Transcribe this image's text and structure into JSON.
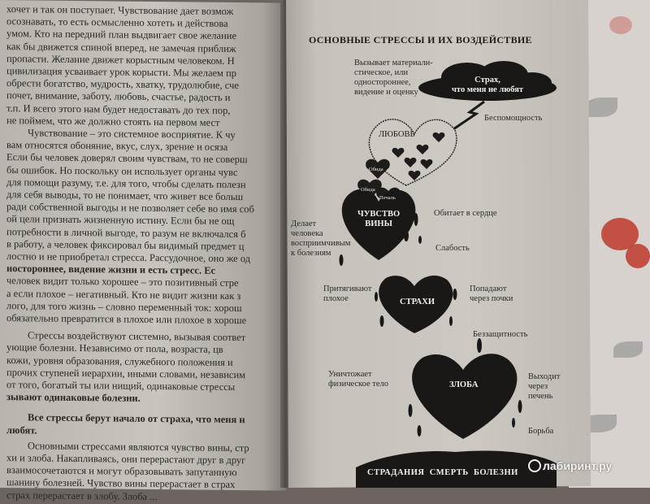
{
  "left_page": {
    "lines": [
      {
        "text": "хочет и так он поступает. Чувствование дает возмож",
        "bold": false
      },
      {
        "text": "осознавать, то есть осмысленно хотеть и действова",
        "bold": false
      },
      {
        "text": "умом. Кто на передний план выдвигает свое желание",
        "bold": false
      },
      {
        "text": "как бы движется спиной вперед, не замечая приближ",
        "bold": false
      },
      {
        "text": "пропасти. Желание движет корыстным человеком. Н",
        "bold": false
      },
      {
        "text": "цивилизация усваивает урок корысти. Мы желаем пр",
        "bold": false
      },
      {
        "text": "обрести богатство, мудрость, хватку, трудолюбие, сче",
        "bold": false
      },
      {
        "text": "почет, внимание, заботу, любовь, счастье, радость и",
        "bold": false
      },
      {
        "text": "т.п. И всего этого нам будет недоставать до тех пор,",
        "bold": false
      },
      {
        "text": "не поймем, что же должно стоять на первом мест",
        "bold": false
      },
      {
        "text": "Чувствование – это системное восприятие. К чу",
        "bold": false
      },
      {
        "text": "вам относятся обоняние, вкус, слух, зрение и осяза",
        "bold": false
      },
      {
        "text": "Если бы человек доверял своим чувствам, то не соверш",
        "bold": false
      },
      {
        "text": "бы ошибок. Но поскольку он использует органы чувс",
        "bold": false
      },
      {
        "text": "для помощи разуму, т.е. для того, чтобы сделать полезн",
        "bold": false
      },
      {
        "text": "для себя выводы, то не понимает, что живет все больш",
        "bold": false
      },
      {
        "text": "ради собственной выгоды и не позволяет себе во имя соб",
        "bold": false
      },
      {
        "text": "ой цели признать жизненную истину. Если бы не ощ",
        "bold": false
      },
      {
        "text": "потребности в личной выгоде, то разум не включался б",
        "bold": false
      },
      {
        "text": "в работу, а человек фиксировал бы видимый предмет ц",
        "bold": false
      },
      {
        "text": "лостно и не приобретал стресса. Рассудочное, оно же од",
        "bold": false
      },
      {
        "text": "ностороннее, видение жизни и есть стресс. Ес",
        "bold": true
      },
      {
        "text": "человек видит только хорошее – это позитивный стре",
        "bold": false
      },
      {
        "text": "а если плохое – негативный. Кто не видит жизни как з",
        "bold": false
      },
      {
        "text": "лого, для того жизнь – словно переменный ток: хорош",
        "bold": false
      },
      {
        "text": "обязательно превратится в плохое или плохое в хороше",
        "bold": false
      },
      {
        "text": "Стрессы воздействуют системно, вызывая соответ",
        "bold": false
      },
      {
        "text": "ующие болезни. Независимо от пола, возраста, цв",
        "bold": false
      },
      {
        "text": "кожи, уровня образования, служебного положения и",
        "bold": false
      },
      {
        "text": "прочих ступеней иерархии, иными словами, независим",
        "bold": false
      },
      {
        "text": "от того, богатый ты или нищий, одинаковые стрессы",
        "bold": false
      },
      {
        "text": "зывают одинаковые болезни.",
        "bold": true
      },
      {
        "text": "Все стрессы берут начало от страха, что меня н",
        "bold": true
      },
      {
        "text": "любят.",
        "bold": true
      },
      {
        "text": "Основными стрессами являются чувство вины, стр",
        "bold": false
      },
      {
        "text": "хи и злоба. Накапливаясь, они перерастают друг в друг",
        "bold": false
      },
      {
        "text": "взаимосочетаются и могут образовывать запутанную",
        "bold": false
      },
      {
        "text": "шанину болезней. Чувство вины перерастает в страх",
        "bold": false
      },
      {
        "text": "страх перерастает в злобу. Злоба ...",
        "bold": false
      }
    ]
  },
  "right_page": {
    "title": "ОСНОВНЫЕ СТРЕССЫ И ИХ ВОЗДЕЙСТВИЕ",
    "cloud_text": "Страх,\nчто меня не любят",
    "cloud_note": "Вызывает материали-\nстическое, или\nодностороннее,\nвидение и оценку",
    "helplessness": "Беспомощность",
    "love": "ЛЮБОВЬ",
    "small_hearts": [
      "Обида",
      "Обида",
      "Печаль"
    ],
    "guilt": "ЧУВСТВО\nВИНЫ",
    "guilt_right": "Обитает в сердце",
    "guilt_left": "Делает\nчеловека\nвосприимчивым\nк болезням",
    "weakness": "Слабость",
    "fears": "СТРАХИ",
    "fears_left": "Притягивают\nплохое",
    "fears_right": "Попадают\nчерез почки",
    "defenseless": "Беззащитность",
    "anger": "ЗЛОБА",
    "anger_left": "Уничтожает\nфизическое тело",
    "anger_right": "Выходит\nчерез\nпечень",
    "struggle": "Борьба",
    "bottom_band": "СТРАДАНИЯ  СМЕРТЬ  БОЛЕЗНИ"
  },
  "watermark": "лабиринт.ру"
}
